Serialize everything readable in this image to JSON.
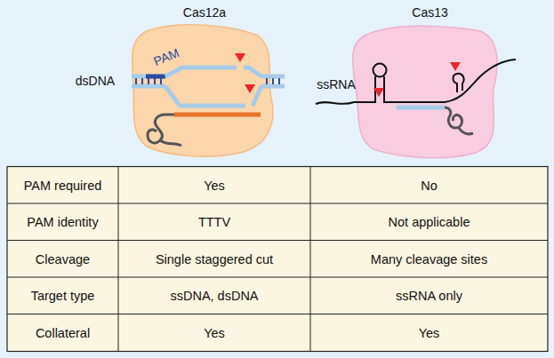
{
  "diagram": {
    "nodes": [
      {
        "text": [
          "Cas12a"
        ]
      },
      {
        "text": [
          "Cas13"
        ]
      }
    ],
    "labels": [
      "dsDNA",
      "PAM",
      "ssRNA",
      "PAM required",
      "Yes",
      "No",
      "PAM identity",
      "TTTV",
      "Not applicable",
      "Cleavage",
      "Single staggered cut",
      "Many cleavage sites",
      "Target type",
      "ssDNA, dsDNA",
      "ssRNA only",
      "Collateral",
      "Yes",
      "Yes"
    ]
  }
}
